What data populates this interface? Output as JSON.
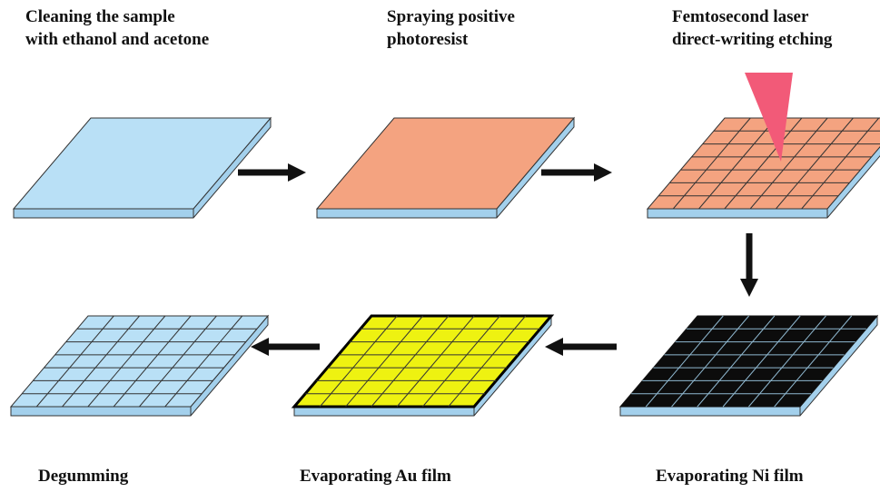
{
  "steps": [
    {
      "label": "Cleaning the sample\nwith ethanol and acetone"
    },
    {
      "label": "Spraying positive\nphotoresist"
    },
    {
      "label": "Femtosecond laser\ndirect-writing etching"
    },
    {
      "label": "Evaporating Ni film"
    },
    {
      "label": "Evaporating Au film"
    },
    {
      "label": "Degumming"
    }
  ],
  "colors": {
    "substrate": "#b9e0f6",
    "substrate_side": "#a3d0ec",
    "photoresist": "#f4a380",
    "laser": "#f25a78",
    "ni_film": "#0c0c0c",
    "au_film": "#eef211",
    "grid_on_light": "#333333",
    "grid_on_dark": "#8fb8d0",
    "arrow": "#111111"
  },
  "flow": [
    "step-1",
    "step-2",
    "step-3",
    "step-4",
    "step-5",
    "step-6"
  ]
}
